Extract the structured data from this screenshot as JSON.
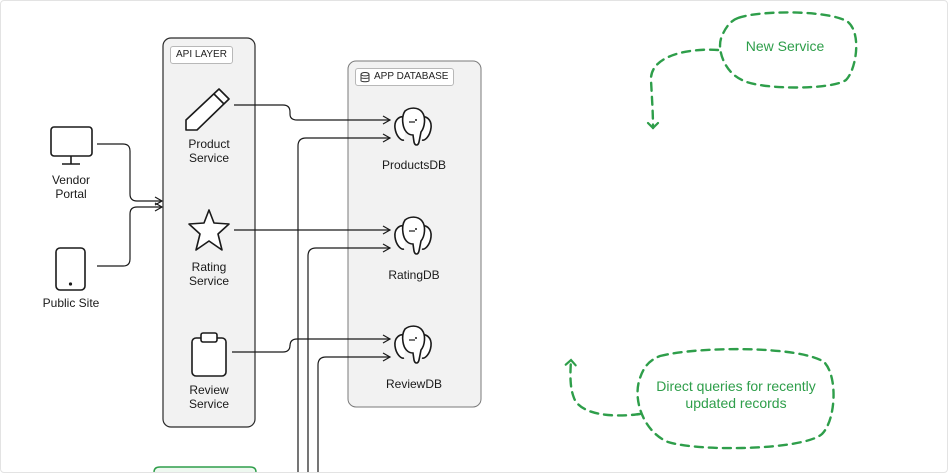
{
  "groups": {
    "api_layer": "API LAYER",
    "app_database": "APP DATABASE"
  },
  "clients": {
    "vendor_portal": "Vendor Portal",
    "public_site": "Public Site"
  },
  "services": {
    "product": "Product Service",
    "rating": "Rating Service",
    "review": "Review Service"
  },
  "databases": {
    "products": "ProductsDB",
    "rating": "RatingDB",
    "review": "ReviewDB"
  },
  "notes": {
    "new_service": "New Service",
    "direct_queries": "Direct queries for recently updated records"
  },
  "colors": {
    "annotation": "#2e9e4a",
    "group_fill": "#f2f2f2",
    "stroke": "#1a1a1a"
  },
  "icons": {
    "vendor_portal": "monitor-icon",
    "public_site": "phone-icon",
    "product_service": "pencil-icon",
    "rating_service": "star-icon",
    "review_service": "clipboard-icon",
    "databases": "postgres-elephant-icon",
    "database_chip": "database-icon"
  }
}
